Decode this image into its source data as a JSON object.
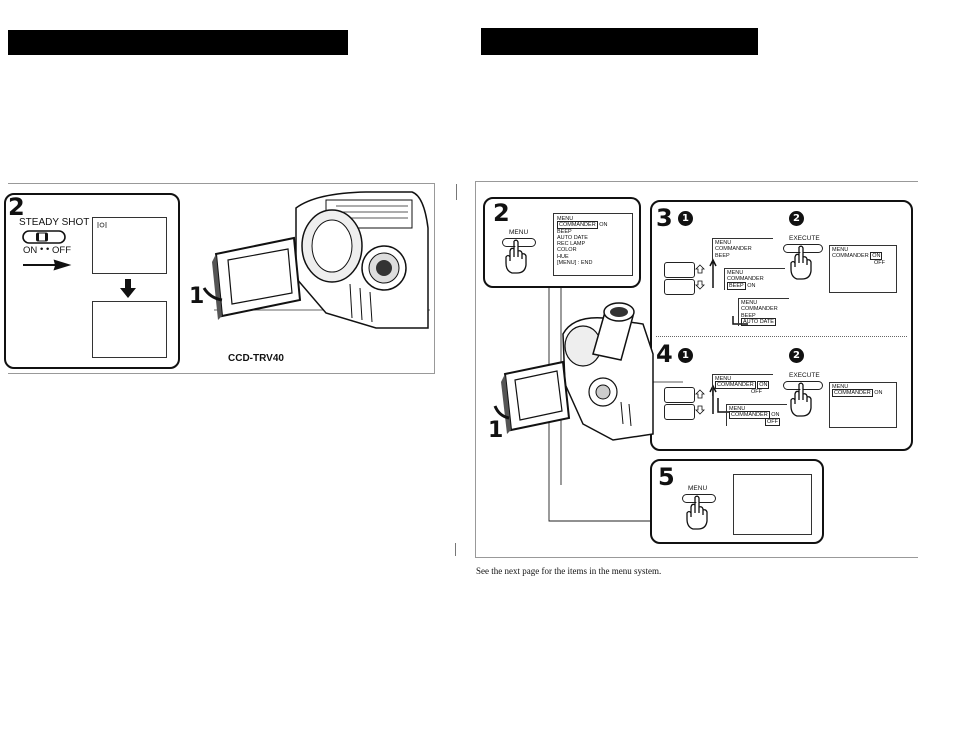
{
  "left": {
    "step2": {
      "number": "2",
      "switch_title": "STEADY SHOT",
      "switch_on": "ON",
      "switch_off": "OFF"
    },
    "step1_number": "1",
    "model": "CCD-TRV40"
  },
  "right": {
    "step2": {
      "number": "2",
      "button_label": "MENU",
      "menu_lines": {
        "l0": "MENU",
        "l1a": "COMMANDER",
        "l1b": "ON",
        "l2": "BEEP",
        "l3": "AUTO DATE",
        "l4": "REC LAMP",
        "l5": "COLOR",
        "l6": "HUE",
        "l7": "[MENU] : END"
      }
    },
    "step3": {
      "number": "3",
      "sub1": "1",
      "sub2": "2",
      "screen_a": {
        "l0": "MENU",
        "l1": "COMMANDER",
        "l2": "BEEP"
      },
      "screen_b": {
        "l0": "MENU",
        "l1": "COMMANDER",
        "l2": "BEEP",
        "l2b": "ON"
      },
      "screen_c": {
        "l0": "MENU",
        "l1": "COMMANDER",
        "l2": "BEEP",
        "l3": "AUTO DATE"
      },
      "execute_label": "EXECUTE",
      "result": {
        "l0": "MENU",
        "l1": "COMMANDER",
        "l1b": "ON",
        "l2": "OFF"
      }
    },
    "step4": {
      "number": "4",
      "sub1": "1",
      "sub2": "2",
      "screen_a": {
        "l0": "MENU",
        "l1": "COMMANDER",
        "l1b": "ON",
        "l2": "OFF"
      },
      "screen_b": {
        "l0": "MENU",
        "l1": "COMMANDER",
        "l1b": "ON",
        "l2": "OFF"
      },
      "execute_label": "EXECUTE",
      "result": {
        "l0": "MENU",
        "l1": "COMMANDER",
        "l1b": "ON"
      }
    },
    "step5": {
      "number": "5",
      "button_label": "MENU"
    },
    "step1_number": "1",
    "caption": "See the next page for the items in the menu system."
  }
}
